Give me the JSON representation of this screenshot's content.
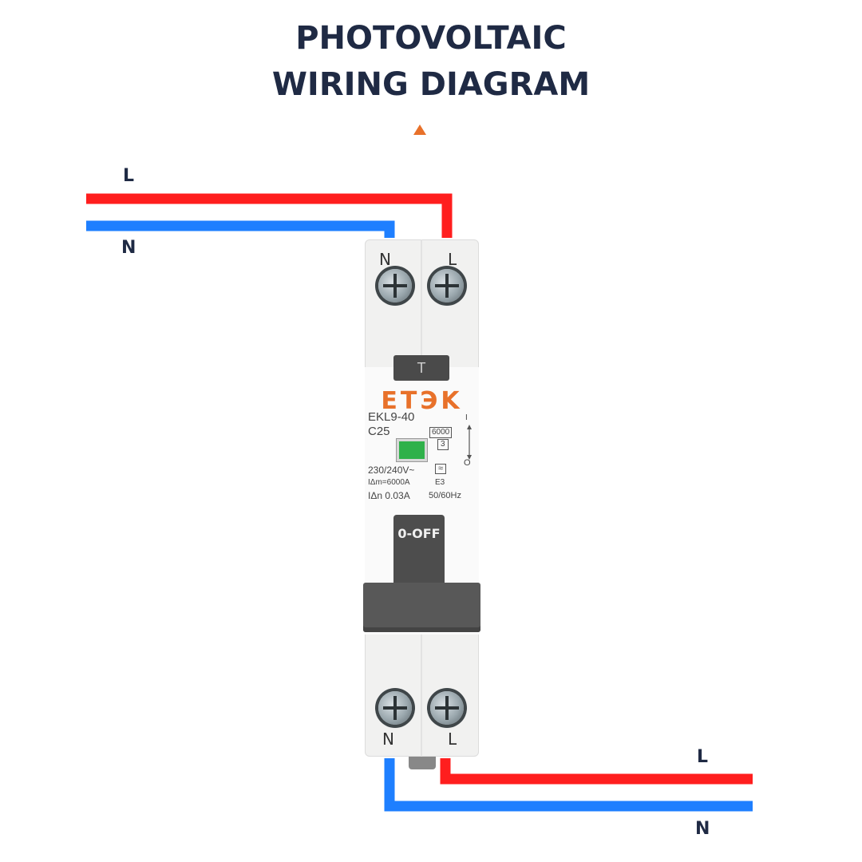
{
  "title": {
    "line1": "PHOTOVOLTAIC",
    "line2": "WIRING DIAGRAM"
  },
  "colors": {
    "line_wire": "#ff1e1e",
    "neutral_wire": "#1e7fff",
    "accent": "#e8712a",
    "title": "#1f2a44"
  },
  "wires": {
    "top_l": "L",
    "top_n": "N",
    "bottom_l": "L",
    "bottom_n": "N"
  },
  "device": {
    "top_terminals": {
      "n": "N",
      "l": "L"
    },
    "bottom_terminals": {
      "n": "N",
      "l": "L"
    },
    "test_button": "T",
    "brand": "ETЭK",
    "model": "EKL9-40",
    "rating": "C25",
    "breaking_capacity": "6000",
    "class": "3",
    "voltage": "230/240V~",
    "idm": "IΔm=6000A",
    "idn": "IΔn 0.03A",
    "e3": "E3",
    "frequency": "50/60Hz",
    "on_symbol": "I",
    "off_symbol": "O",
    "lever_label": "0-OFF"
  }
}
